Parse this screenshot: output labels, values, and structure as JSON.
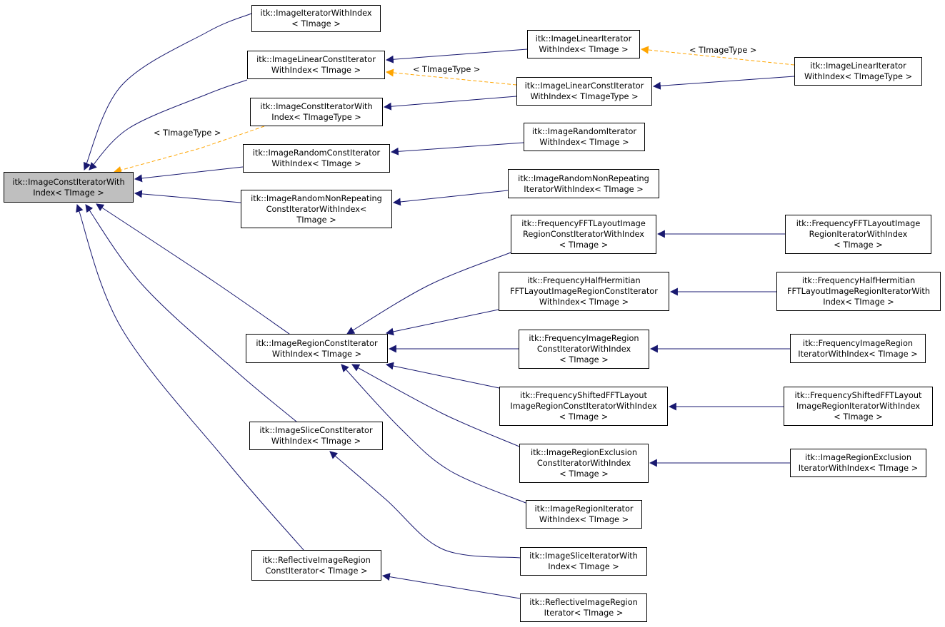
{
  "colors": {
    "inherit_edge": "#191970",
    "template_edge": "#ffa500",
    "root_fill": "#bfbfbf",
    "node_fill": "#ffffff",
    "border": "#000000"
  },
  "nodes": [
    {
      "id": "root",
      "lines": [
        "itk::ImageConstIteratorWith",
        "Index< TImage >"
      ]
    },
    {
      "id": "iwi",
      "lines": [
        "itk::ImageIteratorWithIndex",
        "< TImage >"
      ]
    },
    {
      "id": "ilci",
      "lines": [
        "itk::ImageLinearConstIterator",
        "WithIndex< TImage >"
      ]
    },
    {
      "id": "ilii",
      "lines": [
        "itk::ImageLinearIterator",
        "WithIndex< TImage >"
      ]
    },
    {
      "id": "ilci_t",
      "lines": [
        "itk::ImageLinearConstIterator",
        "WithIndex< TImageType >"
      ]
    },
    {
      "id": "ilii_t",
      "lines": [
        "itk::ImageLinearIterator",
        "WithIndex< TImageType >"
      ]
    },
    {
      "id": "ici_t",
      "lines": [
        "itk::ImageConstIteratorWith",
        "Index< TImageType >"
      ]
    },
    {
      "id": "irci",
      "lines": [
        "itk::ImageRandomConstIterator",
        "WithIndex< TImage >"
      ]
    },
    {
      "id": "irii",
      "lines": [
        "itk::ImageRandomIterator",
        "WithIndex< TImage >"
      ]
    },
    {
      "id": "irnrci",
      "lines": [
        "itk::ImageRandomNonRepeating",
        "ConstIteratorWithIndex<",
        "TImage >"
      ]
    },
    {
      "id": "irnrii",
      "lines": [
        "itk::ImageRandomNonRepeating",
        "IteratorWithIndex< TImage >"
      ]
    },
    {
      "id": "fftci",
      "lines": [
        "itk::FrequencyFFTLayoutImage",
        "RegionConstIteratorWithIndex",
        "< TImage >"
      ]
    },
    {
      "id": "fftii",
      "lines": [
        "itk::FrequencyFFTLayoutImage",
        "RegionIteratorWithIndex",
        "< TImage >"
      ]
    },
    {
      "id": "hhci",
      "lines": [
        "itk::FrequencyHalfHermitian",
        "FFTLayoutImageRegionConstIterator",
        "WithIndex< TImage >"
      ]
    },
    {
      "id": "hhii",
      "lines": [
        "itk::FrequencyHalfHermitian",
        "FFTLayoutImageRegionIteratorWith",
        "Index< TImage >"
      ]
    },
    {
      "id": "regci",
      "lines": [
        "itk::ImageRegionConstIterator",
        "WithIndex< TImage >"
      ]
    },
    {
      "id": "fici",
      "lines": [
        "itk::FrequencyImageRegion",
        "ConstIteratorWithIndex",
        "< TImage >"
      ]
    },
    {
      "id": "fiii",
      "lines": [
        "itk::FrequencyImageRegion",
        "IteratorWithIndex< TImage >"
      ]
    },
    {
      "id": "fsci",
      "lines": [
        "itk::FrequencyShiftedFFTLayout",
        "ImageRegionConstIteratorWithIndex",
        "< TImage >"
      ]
    },
    {
      "id": "fsii",
      "lines": [
        "itk::FrequencyShiftedFFTLayout",
        "ImageRegionIteratorWithIndex",
        "< TImage >"
      ]
    },
    {
      "id": "sci",
      "lines": [
        "itk::ImageSliceConstIterator",
        "WithIndex< TImage >"
      ]
    },
    {
      "id": "reci",
      "lines": [
        "itk::ImageRegionExclusion",
        "ConstIteratorWithIndex",
        "< TImage >"
      ]
    },
    {
      "id": "reii",
      "lines": [
        "itk::ImageRegionExclusion",
        "IteratorWithIndex< TImage >"
      ]
    },
    {
      "id": "rii",
      "lines": [
        "itk::ImageRegionIterator",
        "WithIndex< TImage >"
      ]
    },
    {
      "id": "sii",
      "lines": [
        "itk::ImageSliceIteratorWith",
        "Index< TImage >"
      ]
    },
    {
      "id": "rfci",
      "lines": [
        "itk::ReflectiveImageRegion",
        "ConstIterator< TImage >"
      ]
    },
    {
      "id": "rfi",
      "lines": [
        "itk::ReflectiveImageRegion",
        "Iterator< TImage >"
      ]
    }
  ],
  "edges": [
    {
      "from": "iwi",
      "to": "root",
      "kind": "inherit"
    },
    {
      "from": "ilci",
      "to": "root",
      "kind": "inherit"
    },
    {
      "from": "ici_t",
      "to": "root",
      "kind": "template",
      "label": "< TImageType >"
    },
    {
      "from": "irci",
      "to": "root",
      "kind": "inherit"
    },
    {
      "from": "irnrci",
      "to": "root",
      "kind": "inherit"
    },
    {
      "from": "regci",
      "to": "root",
      "kind": "inherit"
    },
    {
      "from": "sci",
      "to": "root",
      "kind": "inherit"
    },
    {
      "from": "rfci",
      "to": "root",
      "kind": "inherit"
    },
    {
      "from": "ilii",
      "to": "ilci",
      "kind": "inherit"
    },
    {
      "from": "ilci_t",
      "to": "ilci",
      "kind": "template",
      "label": "< TImageType >"
    },
    {
      "from": "ilii_t",
      "to": "ilii",
      "kind": "template",
      "label": "< TImageType >"
    },
    {
      "from": "ilii_t",
      "to": "ilci_t",
      "kind": "inherit"
    },
    {
      "from": "ilci_t",
      "to": "ici_t",
      "kind": "inherit"
    },
    {
      "from": "irii",
      "to": "irci",
      "kind": "inherit"
    },
    {
      "from": "irnrii",
      "to": "irnrci",
      "kind": "inherit"
    },
    {
      "from": "fftci",
      "to": "regci",
      "kind": "inherit"
    },
    {
      "from": "hhci",
      "to": "regci",
      "kind": "inherit"
    },
    {
      "from": "fici",
      "to": "regci",
      "kind": "inherit"
    },
    {
      "from": "fsci",
      "to": "regci",
      "kind": "inherit"
    },
    {
      "from": "reci",
      "to": "regci",
      "kind": "inherit"
    },
    {
      "from": "rii",
      "to": "regci",
      "kind": "inherit"
    },
    {
      "from": "fftii",
      "to": "fftci",
      "kind": "inherit"
    },
    {
      "from": "hhii",
      "to": "hhci",
      "kind": "inherit"
    },
    {
      "from": "fiii",
      "to": "fici",
      "kind": "inherit"
    },
    {
      "from": "fsii",
      "to": "fsci",
      "kind": "inherit"
    },
    {
      "from": "reii",
      "to": "reci",
      "kind": "inherit"
    },
    {
      "from": "sii",
      "to": "sci",
      "kind": "inherit"
    },
    {
      "from": "rfi",
      "to": "rfci",
      "kind": "inherit"
    }
  ]
}
